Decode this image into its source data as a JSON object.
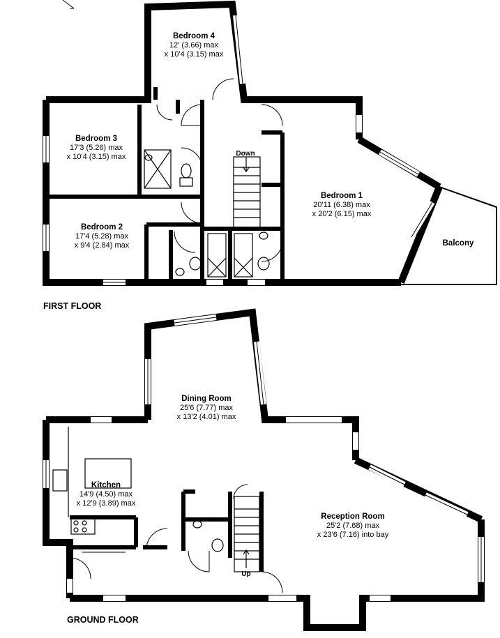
{
  "floors": {
    "first": "FIRST FLOOR",
    "ground": "GROUND FLOOR"
  },
  "rooms": {
    "bedroom4": {
      "name": "Bedroom 4",
      "l1": "12' (3.66) max",
      "l2": "x 10'4 (3.15) max"
    },
    "bedroom3": {
      "name": "Bedroom 3",
      "l1": "17'3 (5.26) max",
      "l2": "x 10'4 (3.15) max"
    },
    "bedroom2": {
      "name": "Bedroom 2",
      "l1": "17'4 (5.28) max",
      "l2": "x 9'4 (2.84) max"
    },
    "bedroom1": {
      "name": "Bedroom 1",
      "l1": "20'11 (6.38) max",
      "l2": "x 20'2 (6.15) max"
    },
    "balcony": {
      "name": "Balcony"
    },
    "dining": {
      "name": "Dining Room",
      "l1": "25'6 (7.77) max",
      "l2": "x 13'2 (4.01) max"
    },
    "kitchen": {
      "name": "Kitchen",
      "l1": "14'9 (4.50) max",
      "l2": "x 12'9 (3.89) max"
    },
    "reception": {
      "name": "Reception Room",
      "l1": "25'2 (7.68) max",
      "l2": "x 23'6 (7.16) into bay"
    }
  },
  "stairs": {
    "down": "Down",
    "up": "Up"
  },
  "colors": {
    "wall": "#000000",
    "window": "#ffffff",
    "fixture": "#000000"
  }
}
